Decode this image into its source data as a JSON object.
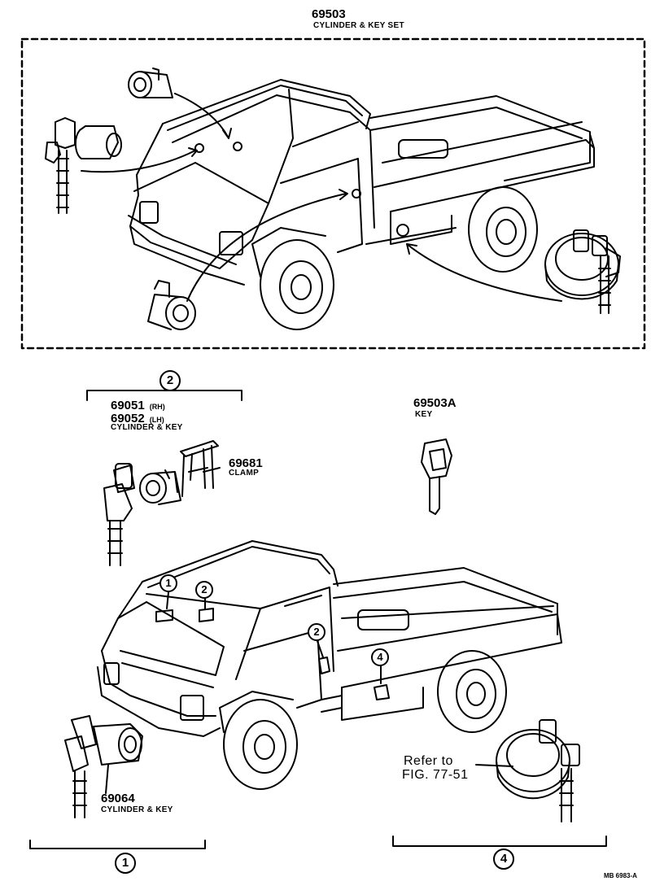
{
  "set": {
    "part": "69503",
    "desc": "CYLINDER & KEY SET"
  },
  "group2": {
    "callout": "2",
    "part_rh": "69051",
    "side_rh": "(RH)",
    "part_lh": "69052",
    "side_lh": "(LH)",
    "desc": "CYLINDER & KEY"
  },
  "clamp": {
    "part": "69681",
    "desc": "CLAMP"
  },
  "key": {
    "part": "69503A",
    "desc": "KEY"
  },
  "ignition": {
    "part": "69064",
    "desc": "CYLINDER & KEY",
    "callout": "1"
  },
  "fuel_cap": {
    "ref_line1": "Refer to",
    "ref_line2": "FIG. 77-51",
    "callout": "4"
  },
  "truck_callouts": {
    "c1": "1",
    "c2a": "2",
    "c2b": "2",
    "c4": "4"
  },
  "footer": {
    "code": "MB 6983-A"
  }
}
